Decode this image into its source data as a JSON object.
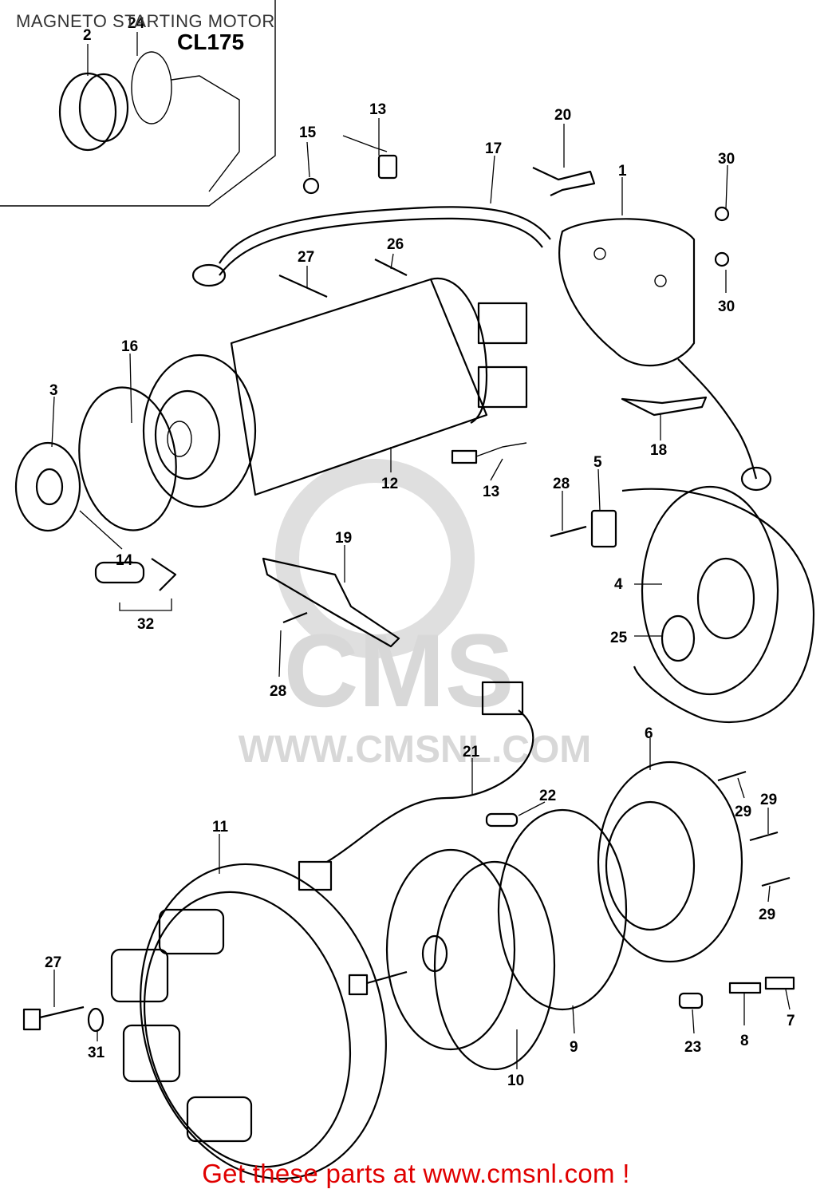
{
  "title": "MAGNETO STARTING MOTOR",
  "model_label": "CL175",
  "watermark": {
    "brand": "CMS",
    "url": "WWW.CMSNL.COM"
  },
  "footer_text": "Get these parts at www.cmsnl.com !",
  "footer_color": "#e00000",
  "callouts": {
    "c1": "1",
    "c2": "2",
    "c3": "3",
    "c4": "4",
    "c5": "5",
    "c6": "6",
    "c7": "7",
    "c8": "8",
    "c9": "9",
    "c10": "10",
    "c11": "11",
    "c12": "12",
    "c13a": "13",
    "c13b": "13",
    "c14": "14",
    "c15": "15",
    "c16": "16",
    "c17": "17",
    "c18": "18",
    "c19": "19",
    "c20": "20",
    "c21": "21",
    "c22": "22",
    "c23": "23",
    "c24": "24",
    "c25": "25",
    "c26": "26",
    "c27a": "27",
    "c27b": "27",
    "c28a": "28",
    "c28b": "28",
    "c29a": "29",
    "c29b": "29",
    "c29c": "29",
    "c30a": "30",
    "c30b": "30",
    "c31": "31",
    "c32": "32"
  }
}
